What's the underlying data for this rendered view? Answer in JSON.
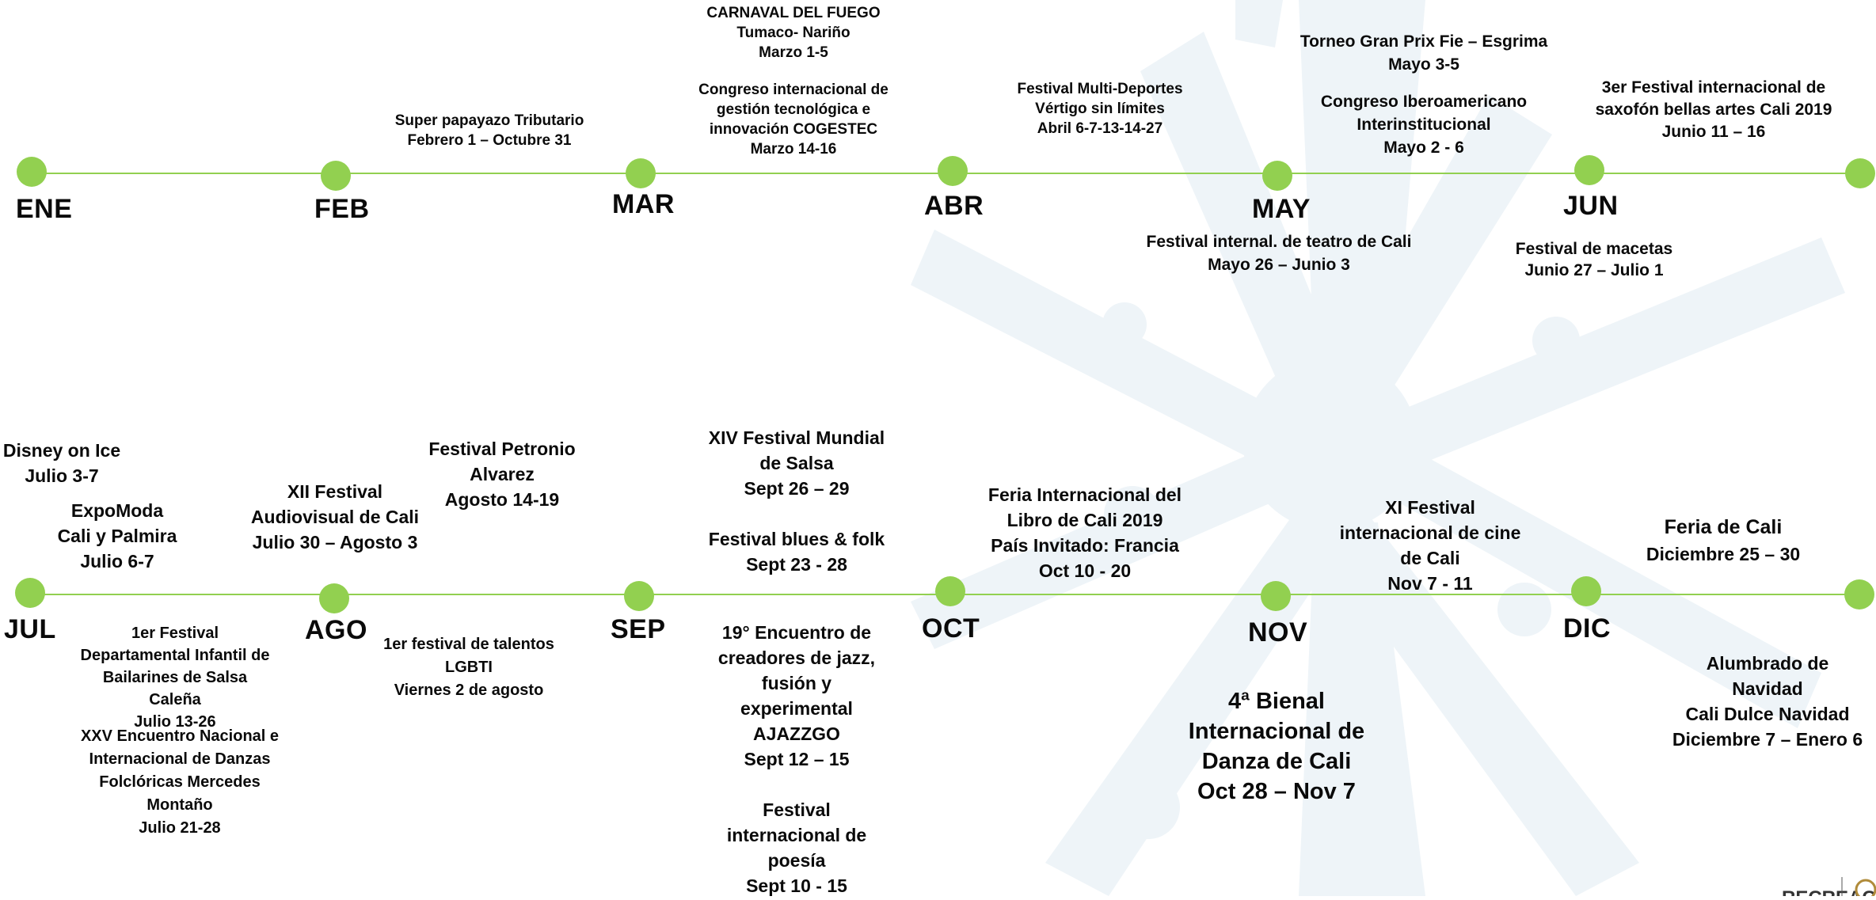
{
  "colors": {
    "accent": "#92d050",
    "watermark": "#eef4f8",
    "text": "#0a0a0a"
  },
  "top_row": {
    "months": [
      "ENE",
      "FEB",
      "MAR",
      "ABR",
      "MAY",
      "JUN"
    ],
    "events": {
      "carnaval": [
        "CARNAVAL DEL FUEGO",
        "Tumaco- Nariño",
        "Marzo 1-5"
      ],
      "cogestec": [
        "Congreso internacional de",
        "gestión tecnológica e",
        "innovación  COGESTEC",
        "Marzo 14-16"
      ],
      "papayazo": [
        "Super papayazo Tributario",
        "Febrero 1 – Octubre 31"
      ],
      "multideportes": [
        "Festival Multi-Deportes",
        "Vértigo sin límites",
        "Abril 6-7-13-14-27"
      ],
      "esgrima": [
        "Torneo Gran Prix Fie – Esgrima",
        "Mayo 3-5"
      ],
      "iberoamericano": [
        "Congreso Iberoamericano",
        "Interinstitucional",
        "Mayo 2 - 6"
      ],
      "saxofon": [
        "3er Festival internacional de",
        "saxofón bellas artes Cali 2019",
        "Junio 11 – 16"
      ],
      "teatro": [
        "Festival internal. de teatro de Cali",
        "Mayo 26 – Junio 3"
      ],
      "macetas": [
        "Festival de macetas",
        "Junio 27 – Julio 1"
      ]
    }
  },
  "bottom_row": {
    "months": [
      "JUL",
      "AGO",
      "SEP",
      "OCT",
      "NOV",
      "DIC"
    ],
    "events": {
      "disney": [
        "Disney on Ice",
        "Julio 3-7"
      ],
      "expomoda": [
        "ExpoModa",
        "Cali y Palmira",
        "Julio 6-7"
      ],
      "audiovisual": [
        "XII Festival",
        "Audiovisual de Cali",
        "Julio 30 – Agosto 3"
      ],
      "petronio": [
        "Festival Petronio",
        "Alvarez",
        "Agosto 14-19"
      ],
      "salsa_mundial": [
        "XIV Festival Mundial",
        "de Salsa",
        "Sept 26 – 29"
      ],
      "blues": [
        "Festival blues & folk",
        "Sept 23 - 28"
      ],
      "libro": [
        "Feria Internacional del",
        "Libro de Cali 2019",
        "País Invitado: Francia",
        "Oct 10 - 20"
      ],
      "cine": [
        "XI Festival",
        "internacional de cine",
        "de Cali",
        "Nov 7 - 11"
      ],
      "feria": [
        "Feria de Cali",
        "Diciembre 25 – 30"
      ],
      "bailarines": [
        "1er Festival",
        "Departamental Infantil de",
        "Bailarines de Salsa",
        "Caleña",
        "Julio 13-26"
      ],
      "danzas": [
        "XXV Encuentro Nacional e",
        "Internacional de Danzas",
        "Folclóricas Mercedes",
        "Montaño",
        "Julio 21-28"
      ],
      "talentos": [
        "1er festival de talentos",
        "LGBTI",
        "Viernes 2 de agosto"
      ],
      "jazz": [
        "19°  Encuentro de",
        "creadores de jazz,",
        "fusión y",
        "experimental",
        "AJAZZGO",
        "Sept 12 – 15"
      ],
      "poesia": [
        "Festival",
        "internacional de",
        "poesía",
        "Sept 10 - 15"
      ],
      "bienal": [
        "4ª Bienal",
        "Internacional de",
        "Danza de Cali",
        "Oct 28 – Nov 7"
      ],
      "alumbrado": [
        "Alumbrado de",
        "Navidad",
        "Cali Dulce Navidad",
        "Diciembre 7 – Enero 6"
      ]
    }
  },
  "logo": {
    "text": "RECREACIÓN"
  }
}
